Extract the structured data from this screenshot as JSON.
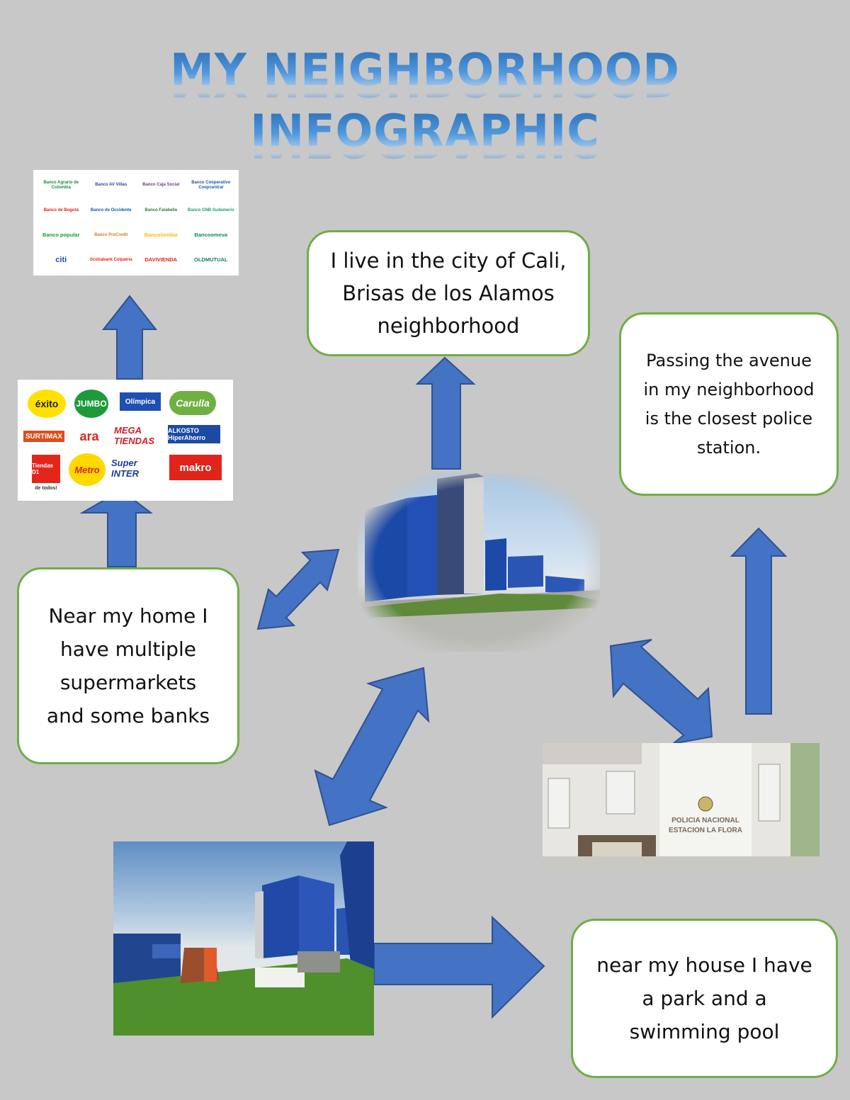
{
  "title": {
    "line1": "MY NEIGHBORHOOD",
    "line2": "INFOGRAPHIC"
  },
  "boxes": {
    "city": "I live in the city of Cali, Brisas de los Alamos neighborhood",
    "police": "Passing the avenue in my neighborhood is the closest police station.",
    "shops": "Near my home I have multiple supermarkets and some banks",
    "park": "near my house I have a park and a swimming pool"
  },
  "banks": [
    "Banco Agrario de Colombia",
    "Banco AV Villas",
    "Banco Caja Social",
    "Banco Cooperativo Coopcentral",
    "Banco de Bogotá",
    "Banco de Occidente",
    "Banco Falabella",
    "Banco GNB Sudameris",
    "Banco popular",
    "Banco ProCredit",
    "Bancolombia",
    "Bancoomeva",
    "citi",
    "Scotiabank Colpatria",
    "DAVIVIENDA",
    "OLDMUTUAL"
  ],
  "supermarkets": [
    "éxito",
    "JUMBO",
    "Olímpica",
    "Carulla",
    "SURTIMAX",
    "ara",
    "MEGA TIENDAS",
    "ALKOSTO HiperAhorro",
    "Tiendas D1",
    "Metro",
    "Super INTER",
    "makro"
  ],
  "d1_tagline": "de todos!",
  "police_sign": {
    "line1": "POLICIA NACIONAL",
    "line2": "ESTACION LA FLORA"
  },
  "colors": {
    "arrow": "#4472c4",
    "box_border": "#70ad47",
    "background": "#c8c8c8",
    "title": "#4a86c8"
  }
}
